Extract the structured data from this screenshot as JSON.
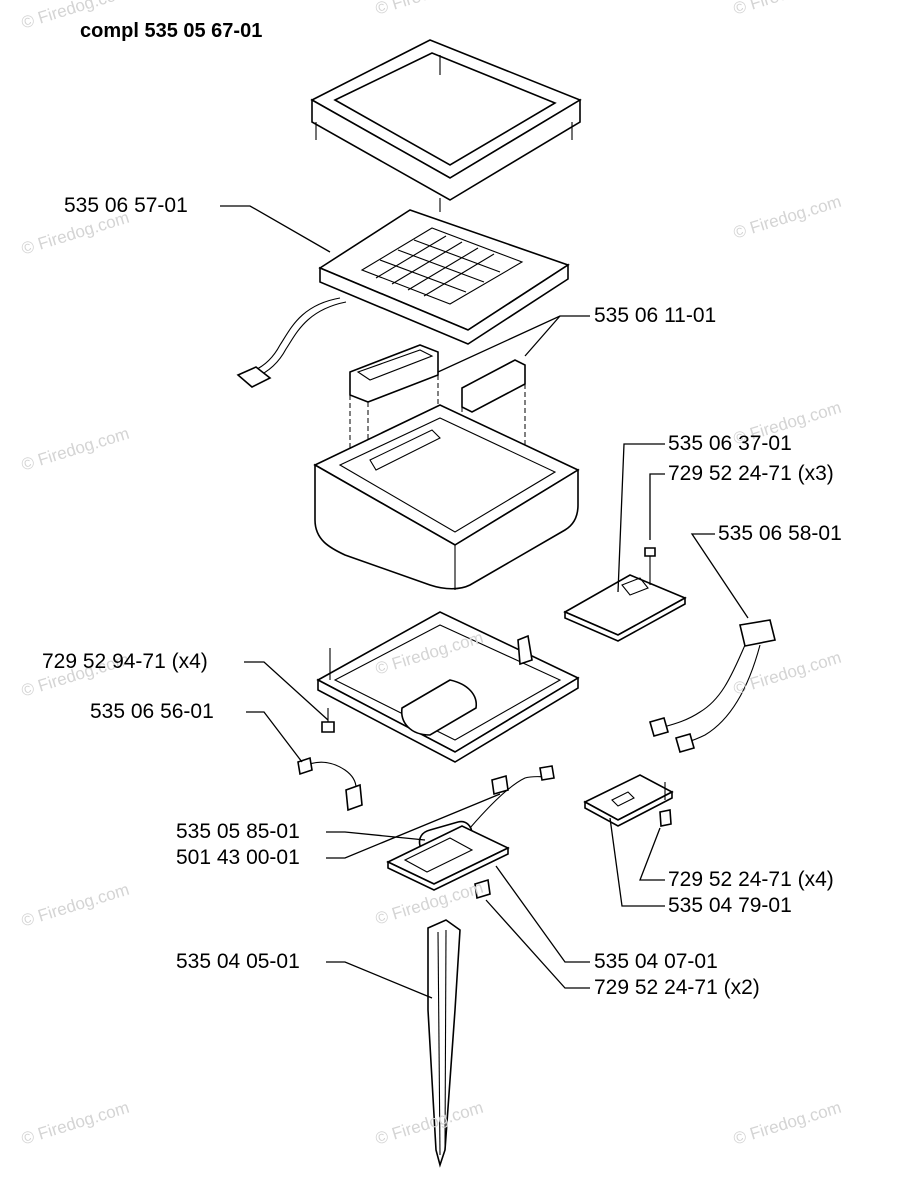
{
  "title": "compl 535 05 67-01",
  "watermark": "© Firedog.com",
  "labels": {
    "sensor_plate": "535 06 57-01",
    "foam_strips": "535 06 11-01",
    "circuit_board": "535 06 37-01",
    "board_screw": "729 52 24-71 (x3)",
    "cable_harness": "535 06 58-01",
    "base_screw": "729 52 94-71 (x4)",
    "switch": "535 06 56-01",
    "capacitor": "535 05 85-01",
    "cable_tie": "501 43 00-01",
    "bracket_screw": "729 52 24-71 (x4)",
    "bracket_plate": "535 04 79-01",
    "stake": "535 04 05-01",
    "cover_plate": "535 04 07-01",
    "cover_screw": "729 52 24-71 (x2)"
  }
}
